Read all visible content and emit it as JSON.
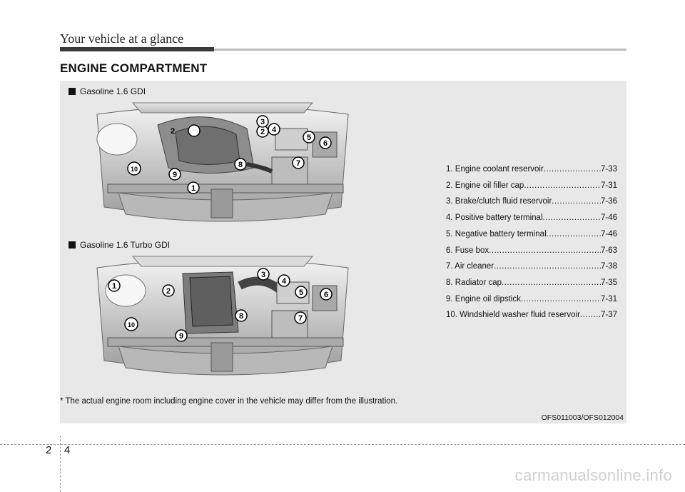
{
  "header": {
    "chapter_title": "Your vehicle at a glance"
  },
  "section_title": "ENGINE COMPARTMENT",
  "variants": [
    {
      "label": "Gasoline 1.6 GDI"
    },
    {
      "label": "Gasoline 1.6 Turbo GDI"
    }
  ],
  "callout_numbers": [
    "1",
    "2",
    "3",
    "4",
    "5",
    "6",
    "7",
    "8",
    "9",
    "10"
  ],
  "legend": [
    {
      "text": "1. Engine coolant reservoir",
      "page": "7-33"
    },
    {
      "text": "2. Engine oil filler cap",
      "page": "7-31"
    },
    {
      "text": "3. Brake/clutch fluid reservoir",
      "page": "7-36"
    },
    {
      "text": "4. Positive battery terminal",
      "page": "7-46"
    },
    {
      "text": "5. Negative battery terminal",
      "page": "7-46"
    },
    {
      "text": "6. Fuse box",
      "page": "7-63"
    },
    {
      "text": "7. Air cleaner",
      "page": "7-38"
    },
    {
      "text": "8. Radiator cap",
      "page": "7-35"
    },
    {
      "text": "9. Engine oil dipstick",
      "page": "7-31"
    },
    {
      "text": "10. Windshield washer fluid reservoir",
      "page": "7-37"
    }
  ],
  "footnote": "* The actual engine room including engine cover in the vehicle may differ from the illustration.",
  "figure_code": "OFS011003/OFS012004",
  "page_number": {
    "chapter": "2",
    "page": "4"
  },
  "watermark": "carmanualsonline.info"
}
